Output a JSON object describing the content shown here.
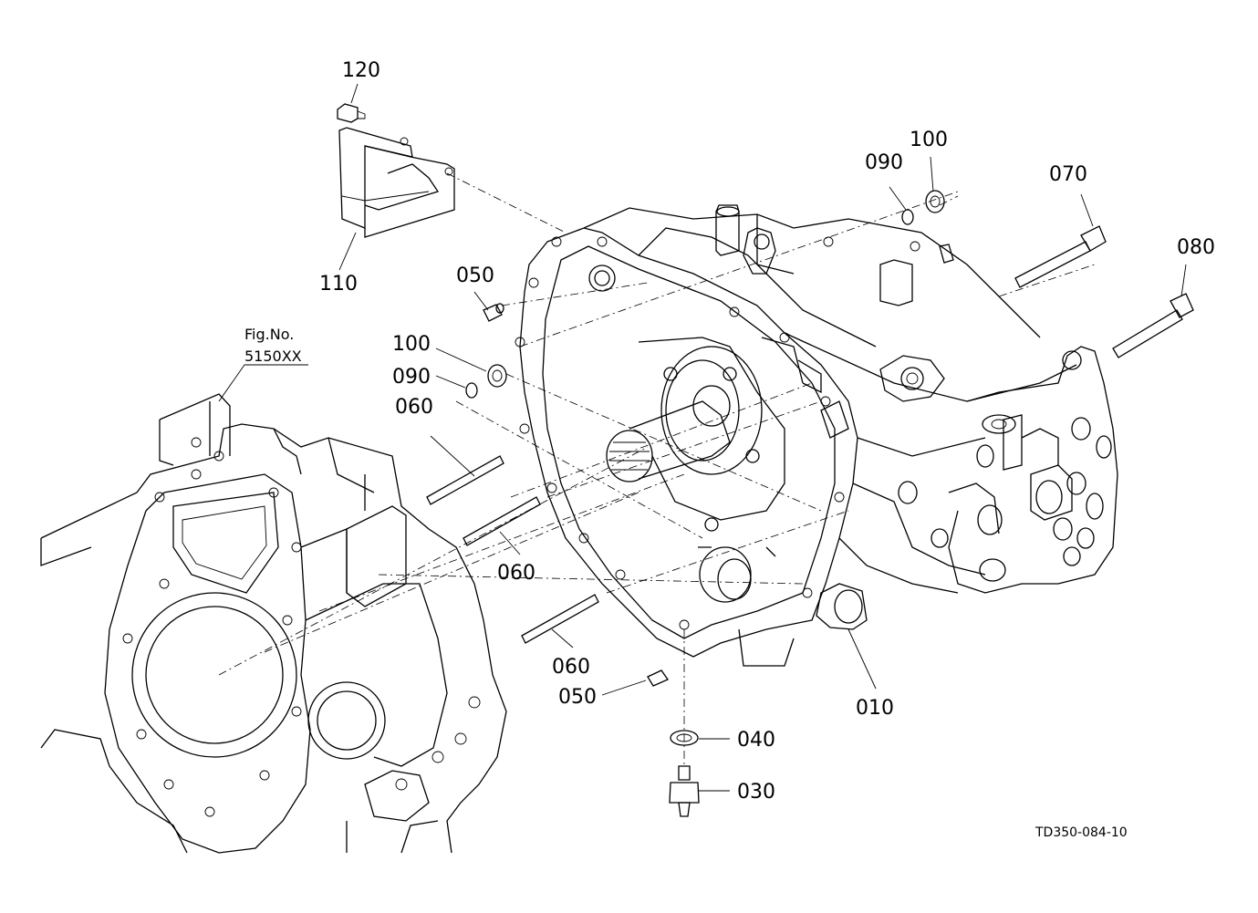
{
  "callouts": {
    "c120": "120",
    "c110": "110",
    "c050a": "050",
    "c100a": "100",
    "c090a": "090",
    "c060a": "060",
    "c060b": "060",
    "c060c": "060",
    "c050b": "050",
    "c040": "040",
    "c030": "030",
    "c010": "010",
    "c090b": "090",
    "c100b": "100",
    "c070": "070",
    "c080": "080"
  },
  "figref": {
    "label": "Fig.No.",
    "number": "5150XX"
  },
  "drawing_code": "TD350-084-10"
}
